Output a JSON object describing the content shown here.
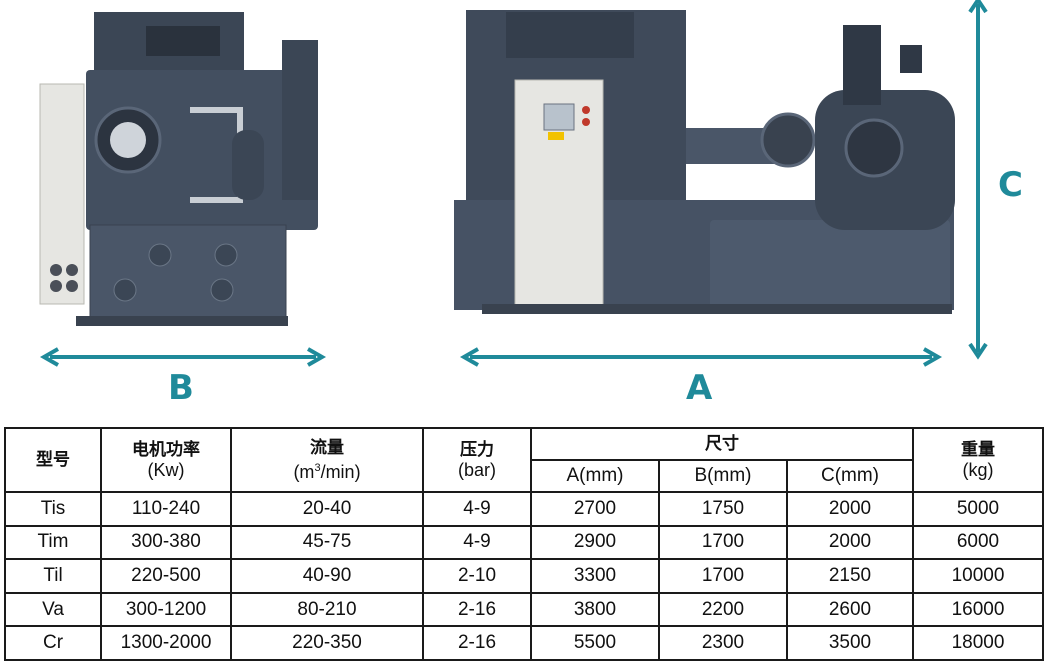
{
  "dimension_labels": {
    "a": "A",
    "b": "B",
    "c": "C"
  },
  "table": {
    "headers": {
      "model": "型号",
      "power": "电机功率",
      "power_unit": "(Kw)",
      "flow": "流量",
      "flow_unit_pre": "(m",
      "flow_unit_sup": "3",
      "flow_unit_post": "/min)",
      "pressure": "压力",
      "pressure_unit": "(bar)",
      "size": "尺寸",
      "size_a": "A(mm)",
      "size_b": "B(mm)",
      "size_c": "C(mm)",
      "weight": "重量",
      "weight_unit": "(kg)"
    },
    "rows": [
      {
        "model": "Tis",
        "power": "110-240",
        "flow": "20-40",
        "pressure": "4-9",
        "a": "2700",
        "b": "1750",
        "c": "2000",
        "weight": "5000"
      },
      {
        "model": "Tim",
        "power": "300-380",
        "flow": "45-75",
        "pressure": "4-9",
        "a": "2900",
        "b": "1700",
        "c": "2000",
        "weight": "6000"
      },
      {
        "model": "Til",
        "power": "220-500",
        "flow": "40-90",
        "pressure": "2-10",
        "a": "3300",
        "b": "1700",
        "c": "2150",
        "weight": "10000"
      },
      {
        "model": "Va",
        "power": "300-1200",
        "flow": "80-210",
        "pressure": "2-16",
        "a": "3800",
        "b": "2200",
        "c": "2600",
        "weight": "16000"
      },
      {
        "model": "Cr",
        "power": "1300-2000",
        "flow": "220-350",
        "pressure": "2-16",
        "a": "5500",
        "b": "2300",
        "c": "3500",
        "weight": "18000"
      }
    ]
  },
  "colors": {
    "arrow": "#1f8a9a",
    "machine": "#3b4655",
    "cabinet": "#e6e6e2"
  }
}
